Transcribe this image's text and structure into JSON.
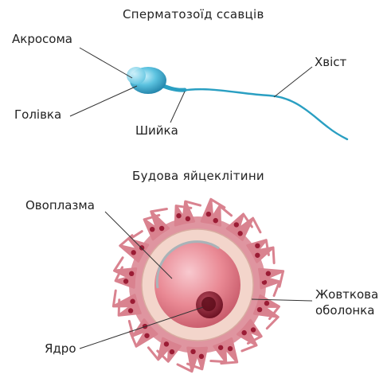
{
  "sperm": {
    "title": "Сперматозоїд ссавців",
    "labels": {
      "acrosome": "Акросома",
      "head": "Голівка",
      "neck": "Шийка",
      "tail": "Хвіст"
    }
  },
  "egg": {
    "title": "Будова яйцеклітини",
    "labels": {
      "ooplasm": "Овоплазма",
      "yolk_membrane_line1": "Жовткова",
      "yolk_membrane_line2": "оболонка",
      "nucleus": "Ядро"
    }
  },
  "colors": {
    "sperm_blue": "#29a7c9",
    "sperm_light": "#8fd8ec",
    "corona_pink": "#d9828f",
    "corona_dots": "#9b1c35",
    "zona_beige": "#f1d3c9",
    "cytoplasm": "#e57f8b",
    "nucleus": "#8e1c2e"
  }
}
